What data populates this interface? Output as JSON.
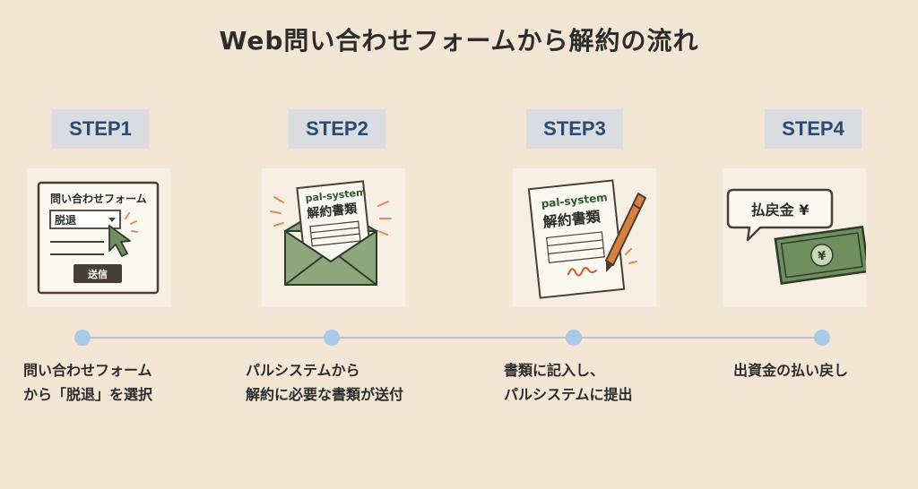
{
  "title": "Web問い合わせフォームから解約の流れ",
  "steps": [
    {
      "label": "STEP1",
      "caption_lines": [
        "問い合わせフォーム",
        "から「脱退」を選択"
      ],
      "form_title": "問い合わせフォーム",
      "select_value": "脱退",
      "send_button": "送信"
    },
    {
      "label": "STEP2",
      "caption_lines": [
        "パルシステムから",
        "解約に必要な書類が送付"
      ],
      "doc_brand": "pal-system",
      "doc_title": "解約書類"
    },
    {
      "label": "STEP3",
      "caption_lines": [
        "書類に記入し、",
        "パルシステムに提出"
      ],
      "doc_brand": "pal-system",
      "doc_title": "解約書類"
    },
    {
      "label": "STEP4",
      "caption_lines": [
        "出資金の払い戻し"
      ],
      "bubble_text": "払戻金 ¥",
      "bill_symbol": "¥"
    }
  ],
  "colors": {
    "background": "#f3e6d4",
    "badge_bg": "#d9dde1",
    "badge_text": "#2a4a73",
    "accent_green": "#6f8f5f",
    "dot": "#a9c9e8",
    "line": "#b9c4cf"
  }
}
